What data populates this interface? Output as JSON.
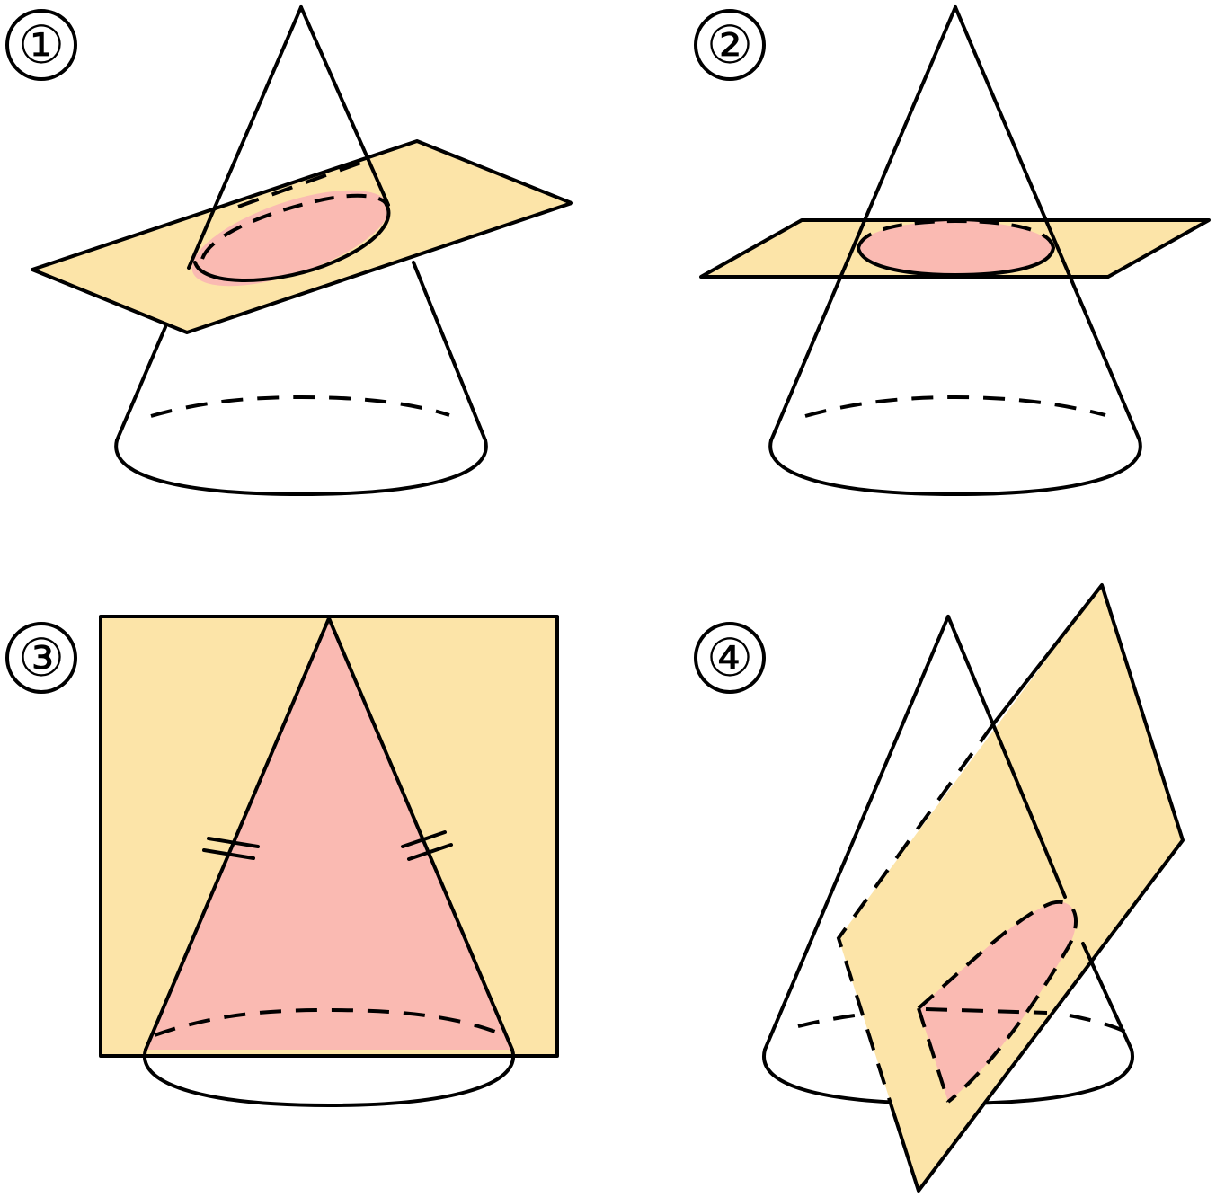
{
  "colors": {
    "plane": "#FCE4A8",
    "section": "#FABAB2",
    "stroke": "#000000",
    "background": "#FFFFFF"
  },
  "panels": [
    {
      "label": "①",
      "section_shape": "ellipse"
    },
    {
      "label": "②",
      "section_shape": "circle"
    },
    {
      "label": "③",
      "section_shape": "triangle"
    },
    {
      "label": "④",
      "section_shape": "parabolic-segment"
    }
  ]
}
